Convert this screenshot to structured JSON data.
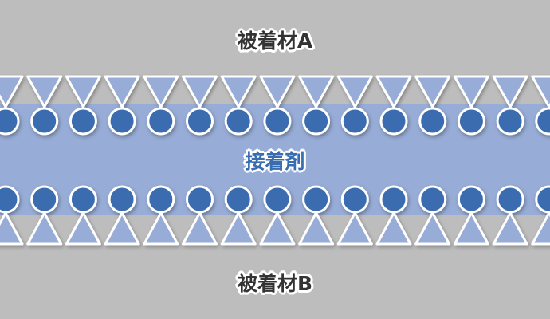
{
  "labels": {
    "top_substrate": "被着材A",
    "adhesive": "接着剤",
    "bottom_substrate": "被着材B"
  },
  "colors": {
    "background": "#bdbdbd",
    "adhesive_band": "#97acd6",
    "molecule_head": "#3a6cb0",
    "molecule_tail": "#97acd6",
    "outline": "#ffffff",
    "substrate_text": "#333333",
    "adhesive_text": "#3a6cb0"
  },
  "molecule_rows": {
    "top_count": 15,
    "bottom_count": 15
  }
}
